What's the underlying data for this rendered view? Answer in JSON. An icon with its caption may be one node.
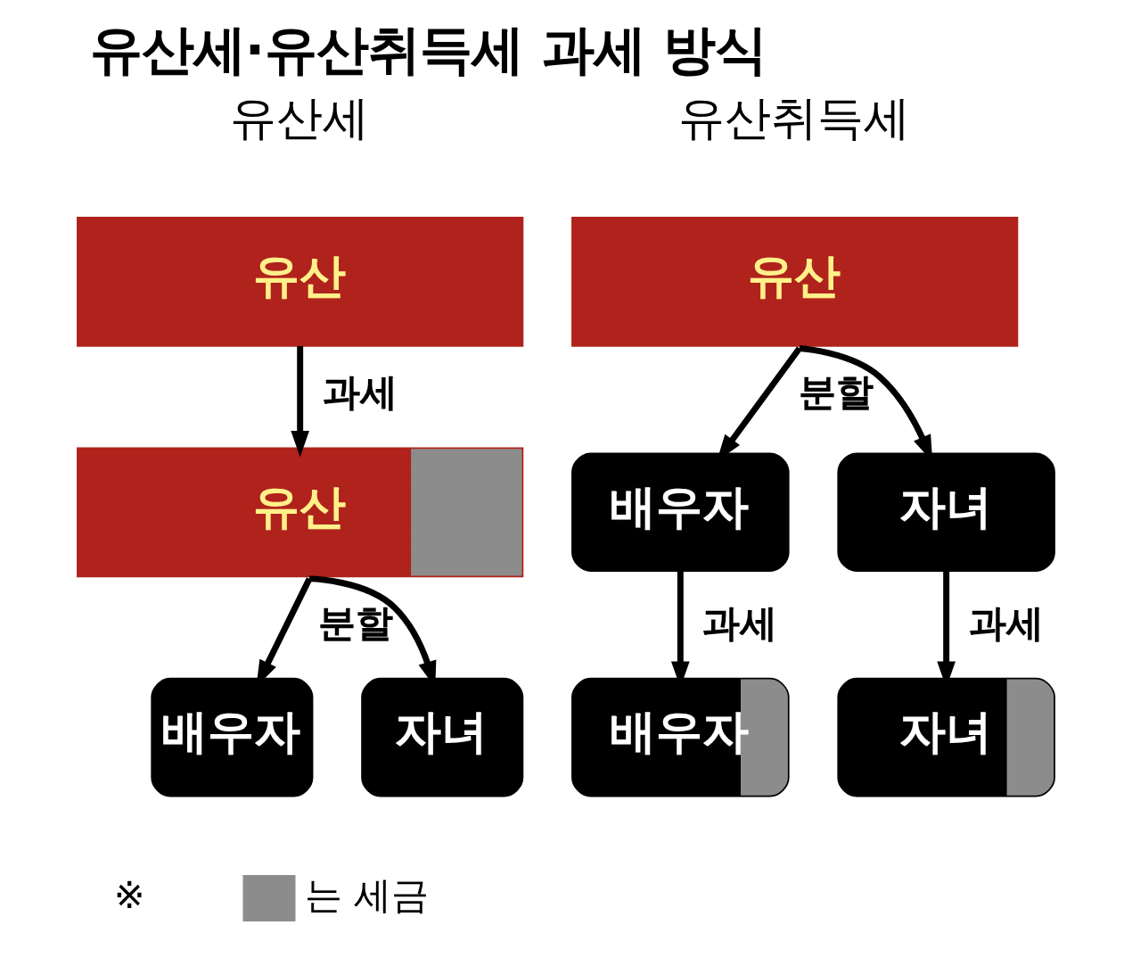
{
  "diagram": {
    "title": "유산세·유산취득세 과세 방식",
    "nodes": [
      {
        "text": [
          "유산"
        ]
      },
      {
        "text": [
          "유산"
        ]
      },
      {
        "text": [
          "배우자"
        ]
      },
      {
        "text": [
          "자녀"
        ]
      },
      {
        "text": [
          "유산"
        ]
      },
      {
        "text": [
          "배우자"
        ]
      },
      {
        "text": [
          "자녀"
        ]
      },
      {
        "text": [
          "배우자"
        ]
      },
      {
        "text": [
          "자녀"
        ]
      }
    ],
    "edges": [
      {
        "from": 0,
        "to": 1,
        "arrow": "to",
        "label": "과세"
      },
      {
        "from": 1,
        "to": 2,
        "arrow": "to",
        "label": "분할"
      },
      {
        "from": 1,
        "to": 3,
        "arrow": "to"
      },
      {
        "from": 4,
        "to": 5,
        "arrow": "to",
        "label": "분할"
      },
      {
        "from": 4,
        "to": 6,
        "arrow": "to"
      },
      {
        "from": 5,
        "to": 7,
        "arrow": "to",
        "label": "과세"
      },
      {
        "from": 6,
        "to": 8,
        "arrow": "to",
        "label": "과세"
      }
    ],
    "labels": [
      "유산세",
      "유산취득세",
      "※"
    ],
    "legend": [
      {
        "text": "는 세금",
        "color": "#8c8c8c"
      }
    ]
  }
}
